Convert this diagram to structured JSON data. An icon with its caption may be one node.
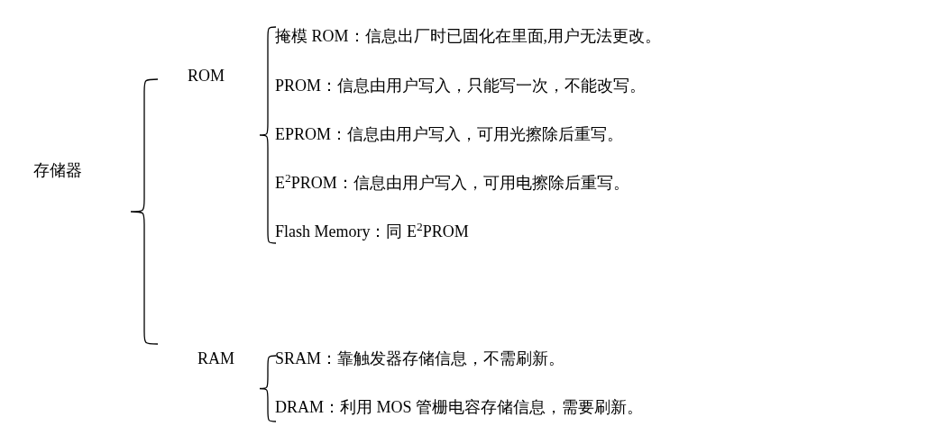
{
  "diagram": {
    "labels": [
      "掩模 ROM：信息出厂时已固化在里面,用户无法更改。",
      "ROM",
      "PROM：信息由用户写入，只能写一次，不能改写。",
      "EPROM：信息由用户写入，可用光擦除后重写。",
      "存储器",
      "E$^{2}$PROM：信息由用户写入，可用电擦除后重写。",
      "Flash Memory：同 E$^{2}$PROM",
      "RAM",
      "SRAM：靠触发器存储信息，不需刷新。",
      "DRAM：利用 MOS 管栅电容存储信息，需要刷新。"
    ]
  }
}
